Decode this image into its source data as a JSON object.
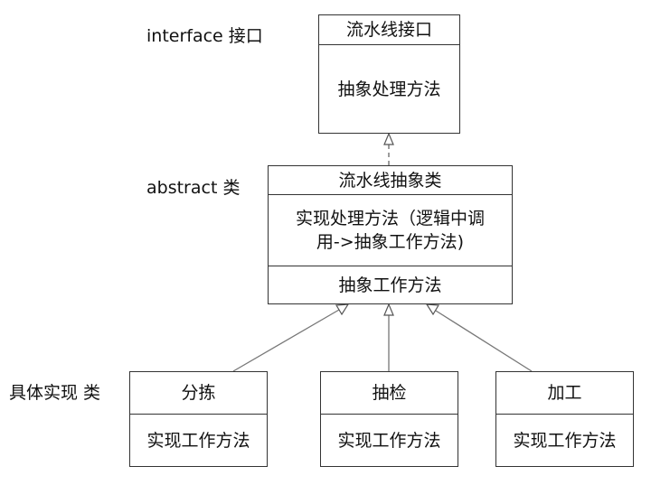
{
  "side_labels": {
    "interface": "interface 接口",
    "abstract": "abstract 类",
    "concrete": "具体实现 类"
  },
  "interface_box": {
    "title": "流水线接口",
    "method": "抽象处理方法"
  },
  "abstract_box": {
    "title": "流水线抽象类",
    "concrete_method_line1": "实现处理方法（逻辑中调",
    "concrete_method_line2": "用->抽象工作方法)",
    "abstract_method": "抽象工作方法"
  },
  "impl_boxes": [
    {
      "title": "分拣",
      "method": "实现工作方法"
    },
    {
      "title": "抽检",
      "method": "实现工作方法"
    },
    {
      "title": "加工",
      "method": "实现工作方法"
    }
  ]
}
